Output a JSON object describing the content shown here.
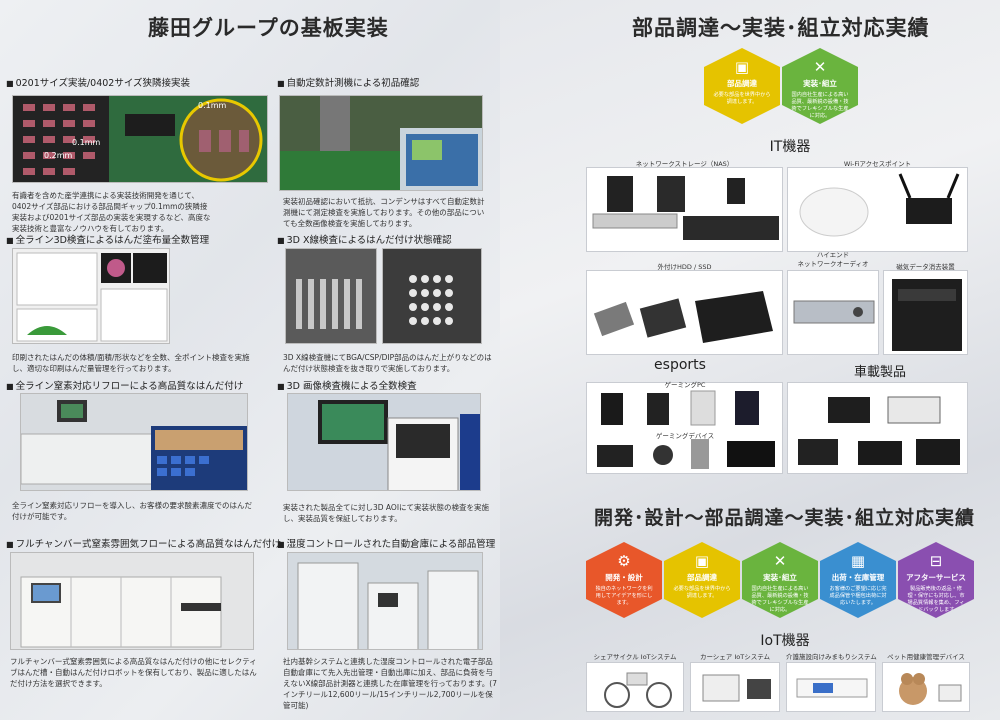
{
  "left": {
    "title": "藤田グループの基板実装",
    "sections": [
      {
        "title": "0201サイズ実装/0402サイズ狭隣接実装",
        "desc": "有識者を含めた産学連携による実装技術開発を通じて、0402サイズ部品における部品間ギャップ0.1mmの狭隣接実装および0201サイズ部品の実装を実現するなど、高度な実装技術と豊富なノウハウを有しております。",
        "labels": [
          "0.1mm",
          "0.1mm",
          "0.2mm"
        ]
      },
      {
        "title": "自動定数計測機による初品確認",
        "desc": "実装初品確認において抵抗、コンデンサはすべて自動定数計測機にて測定検査を実施しております。その他の部品についても全数画像検査を実施しております。"
      },
      {
        "title": "全ライン3D検査によるはんだ塗布量全数管理",
        "desc": "印刷されたはんだの体積/面積/形状などを全数、全ポイント検査を実施し、適切な印刷はんだ量管理を行っております。"
      },
      {
        "title": "3D X線検査によるはんだ付け状態確認",
        "desc": "3D X線検査機にてBGA/CSP/DIP部品のはんだ上がりなどのはんだ付け状態検査を抜き取りで実施しております。"
      },
      {
        "title": "全ライン窒素対応リフローによる高品質なはんだ付け",
        "desc": "全ライン窒素対応リフローを導入し、お客様の要求酸素濃度でのはんだ付けが可能です。"
      },
      {
        "title": "3D 画像検査機による全数検査",
        "desc": "実装された製品全てに対し3D AOIにて実装状態の検査を実施し、実装品質を保証しております。"
      },
      {
        "title": "フルチャンバー式窒素雰囲気フローによる高品質なはんだ付け",
        "desc": "フルチャンバー式窒素雰囲気による高品質なはんだ付けの他にセレクティブはんだ槽・自動はんだ付けロボットを保有しており、製品に適したはんだ付け方法を選択できます。"
      },
      {
        "title": "湿度コントロールされた自動倉庫による部品管理",
        "desc": "社内基幹システムと連携した湿度コントロールされた電子部品自動倉庫にて先入先出管理・自動出庫に加え、部品に負荷を与えないX線部品計測器と連携した在庫管理を行っております。(7インチリール12,600リール/15インチリール2,700リールを保管可能)"
      }
    ]
  },
  "right": {
    "title1": "部品調達～実装･組立対応実績",
    "hexes_top": [
      {
        "name": "部品調達",
        "text": "必要な部品を世界中から調達します。",
        "color": "#e5c300",
        "icon": "chip-icon"
      },
      {
        "name": "実装･組立",
        "text": "国内自社生産による高い品質、最新鋭の設備・技術でフレキシブルな生産に対応。",
        "color": "#6ab43e",
        "icon": "tools-icon"
      }
    ],
    "it_title": "IT機器",
    "it_items": [
      "ネットワークストレージ（NAS）",
      "Wi-Fiアクセスポイント",
      "外付けHDD / SSD",
      "ハイエンド\nネットワークオーディオ",
      "磁気データ消去装置"
    ],
    "esports_title": "esports",
    "esports_items": [
      "ゲーミングPC",
      "ゲーミングデバイス"
    ],
    "car_title": "車載製品",
    "title2": "開発･設計～部品調達～実装･組立対応実績",
    "hexes_bottom": [
      {
        "name": "開発・設計",
        "text": "独自のネットワークを利用してアイデアを形にします。",
        "color": "#e8572a",
        "icon": "gears-icon"
      },
      {
        "name": "部品調達",
        "text": "必要な部品を世界中から調達します。",
        "color": "#e5c300",
        "icon": "chip-icon"
      },
      {
        "name": "実装･組立",
        "text": "国内自社生産による高い品質、最新鋭の設備・技術でフレキシブルな生産に対応。",
        "color": "#6ab43e",
        "icon": "tools-icon"
      },
      {
        "name": "出荷・在庫管理",
        "text": "お客様のご要望に応じ完成品保管や梱包出荷に対応いたします。",
        "color": "#3a8fd0",
        "icon": "box-icon"
      },
      {
        "name": "アフターサービス",
        "text": "製品販売後の返品・修理・保守にも対応し、市場品質情報を集め、フィードバックします。",
        "color": "#8a4fb0",
        "icon": "toolbox-icon"
      }
    ],
    "iot_title": "IoT機器",
    "iot_items": [
      "シェアサイクル IoTシステム",
      "カーシェア IoTシステム",
      "介護施設向けみまもりシステム",
      "ペット用健康管理デバイス"
    ]
  }
}
